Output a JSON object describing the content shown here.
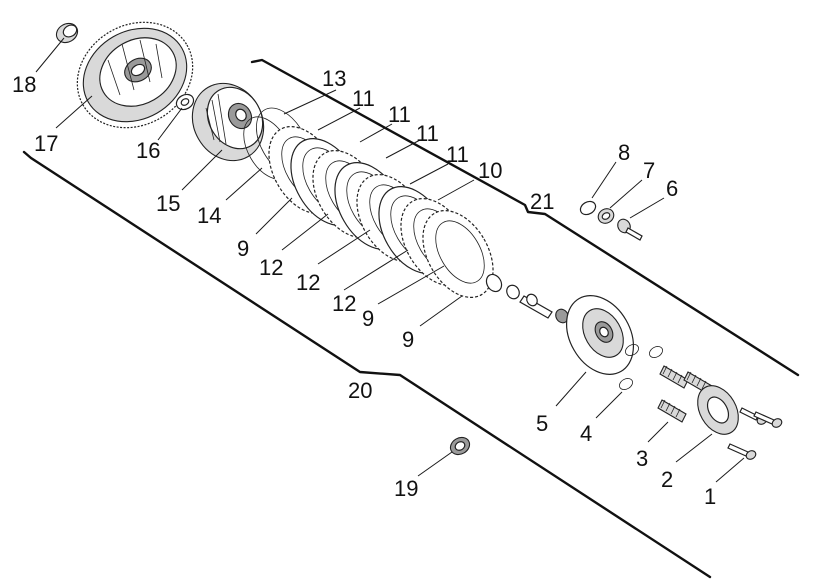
{
  "diagram": {
    "callouts": {
      "c1": "1",
      "c2": "2",
      "c3": "3",
      "c4": "4",
      "c5": "5",
      "c6": "6",
      "c7": "7",
      "c8": "8",
      "c9a": "9",
      "c9b": "9",
      "c9c": "9",
      "c10": "10",
      "c11a": "11",
      "c11b": "11",
      "c11c": "11",
      "c11d": "11",
      "c12a": "12",
      "c12b": "12",
      "c12c": "12",
      "c13": "13",
      "c14": "14",
      "c15": "15",
      "c16": "16",
      "c17": "17",
      "c18": "18",
      "c19": "19",
      "c20": "20",
      "c21": "21"
    }
  }
}
